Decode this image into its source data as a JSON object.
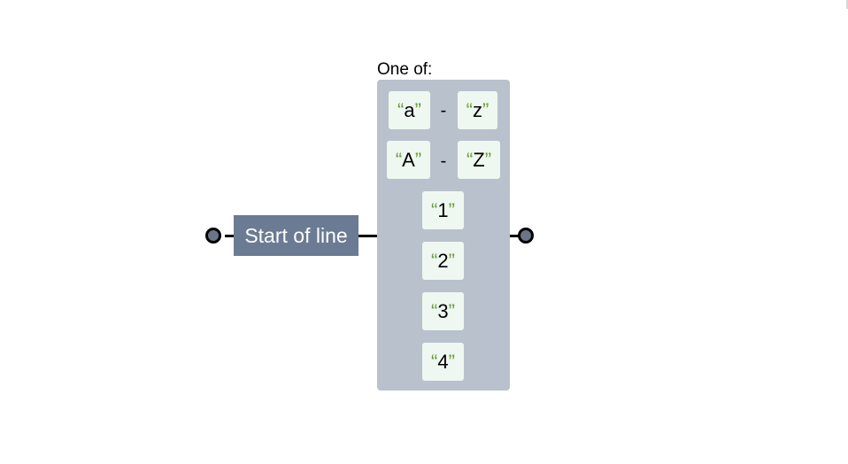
{
  "diagram": {
    "start_terminal": "start-terminal",
    "end_terminal": "end-terminal",
    "anchor": {
      "label": "Start of line"
    },
    "charset": {
      "label": "One of:",
      "ranges": [
        {
          "from": "a",
          "to": "z",
          "dash": "-"
        },
        {
          "from": "A",
          "to": "Z",
          "dash": "-"
        }
      ],
      "literals": [
        "1",
        "2",
        "3",
        "4"
      ]
    },
    "quote_open": "“",
    "quote_close": "”"
  },
  "colors": {
    "anchor_fill": "#6b7b93",
    "charset_fill": "#b9c1cc",
    "literal_fill": "#eff7f1",
    "quote_color": "#6a9a3a",
    "terminal_fill": "#6b7588"
  }
}
